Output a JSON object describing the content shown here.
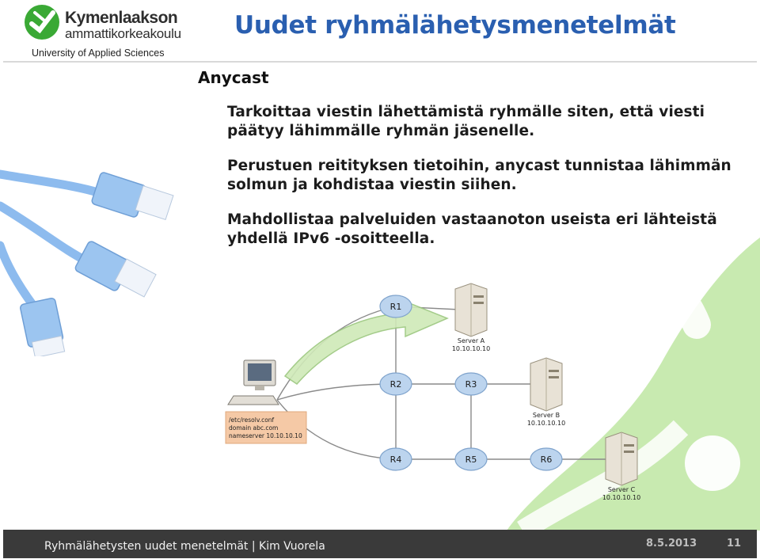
{
  "logo": {
    "line1": "Kymenlaakson",
    "line2": "ammattikorkeakoulu",
    "line3": "University of Applied Sciences"
  },
  "slide": {
    "title": "Uudet ryhmälähetysmenetelmät",
    "section": "Anycast",
    "paragraphs": [
      "Tarkoittaa viestin lähettämistä ryhmälle siten, että viesti päätyy lähimmälle ryhmän jäsenelle.",
      "Perustuen reitityksen tietoihin, anycast tunnistaa lähimmän solmun ja kohdistaa viestin siihen.",
      "Mahdollistaa palveluiden vastaanoton useista eri lähteistä yhdellä IPv6 -osoitteella."
    ]
  },
  "diagram": {
    "routers": [
      "R1",
      "R2",
      "R3",
      "R4",
      "R5",
      "R6"
    ],
    "servers": [
      {
        "name": "Server A",
        "ip": "10.10.10.10"
      },
      {
        "name": "Server B",
        "ip": "10.10.10.10"
      },
      {
        "name": "Server C",
        "ip": "10.10.10.10"
      }
    ],
    "config_note": [
      "/etc/resolv.conf",
      "domain abc.com",
      "nameserver 10.10.10.10"
    ]
  },
  "footer": {
    "text": "Ryhmälähetysten uudet menetelmät | Kim Vuorela",
    "date": "8.5.2013",
    "page": "11"
  },
  "colors": {
    "title": "#2a5fb0",
    "brand_green": "#3aa935",
    "footer_bg": "#3a3a3a",
    "cable_blue": "#7fb0e8"
  }
}
